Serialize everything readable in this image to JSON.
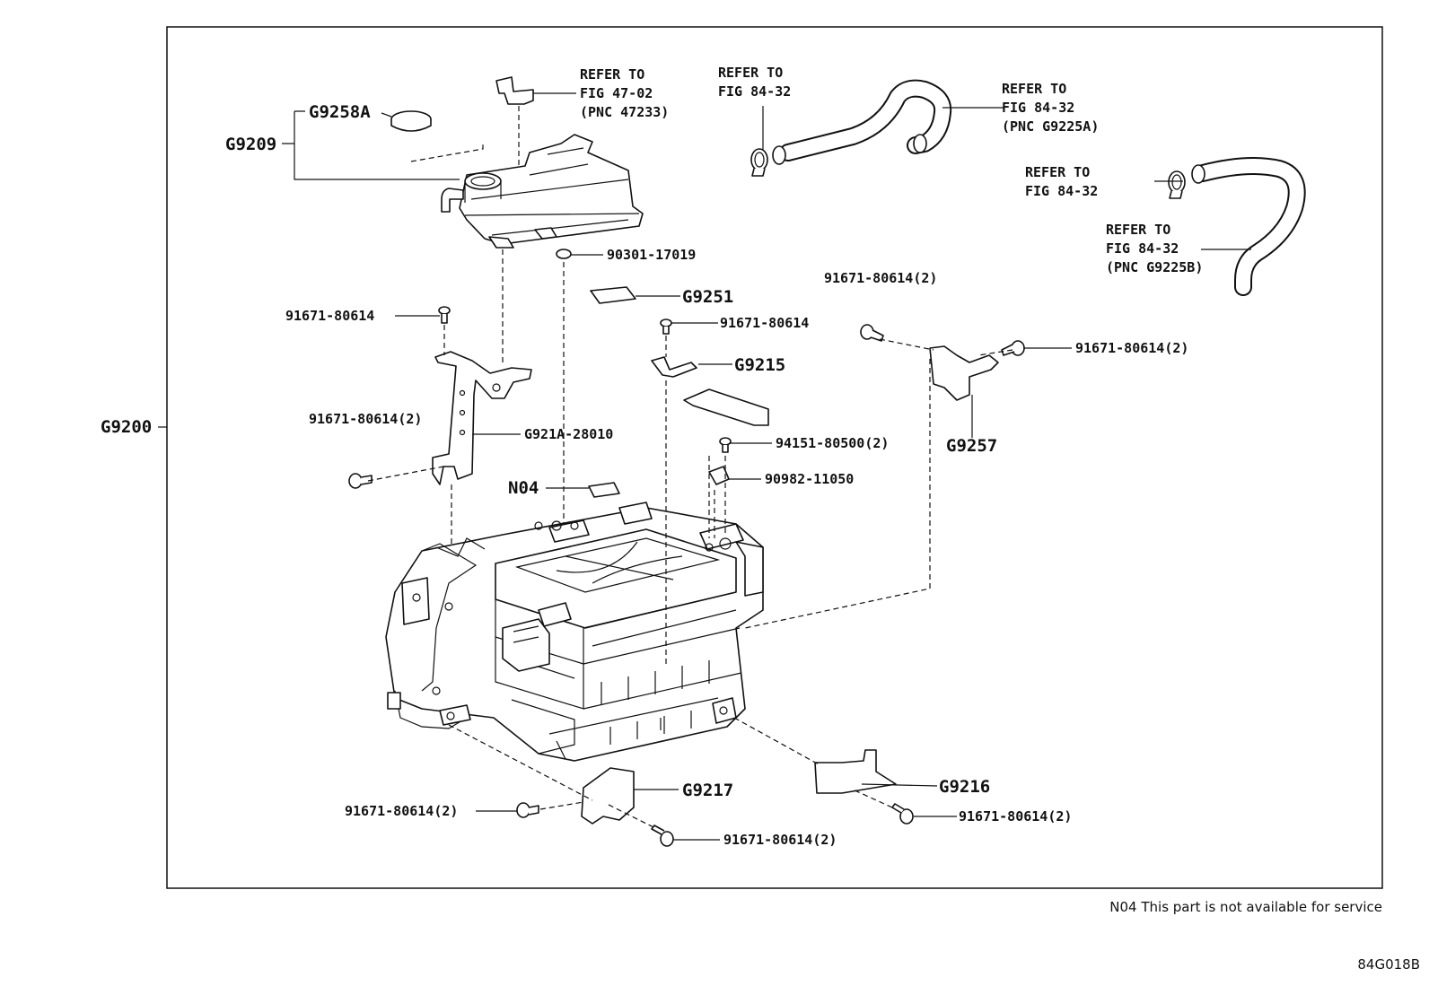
{
  "diagram": {
    "labels": {
      "g9200": "G9200",
      "g9209": "G9209",
      "g9258a": "G9258A",
      "refer_47_l1": "REFER TO",
      "refer_47_l2": "FIG 47-02",
      "refer_47_l3": "(PNC 47233)",
      "refer_clamp1_l1": "REFER TO",
      "refer_clamp1_l2": "FIG 84-32",
      "refer_hoseA_l1": "REFER TO",
      "refer_hoseA_l2": "FIG 84-32",
      "refer_hoseA_l3": "(PNC G9225A)",
      "refer_clamp2_l1": "REFER TO",
      "refer_clamp2_l2": "FIG 84-32",
      "refer_hoseB_l1": "REFER TO",
      "refer_hoseB_l2": "FIG 84-32",
      "refer_hoseB_l3": "(PNC G9225B)",
      "p90301": "90301-17019",
      "g9251": "G9251",
      "p91671_left_top": "91671-80614",
      "p91671_mid": "91671-80614",
      "p91671_right_top2": "91671-80614(2)",
      "p91671_right2": "91671-80614(2)",
      "g9215": "G9215",
      "p91671_left2": "91671-80614(2)",
      "g921a": "G921A-28010",
      "p94151": "94151-80500(2)",
      "g9257": "G9257",
      "n04": "N04",
      "p90982": "90982-11050",
      "g9217": "G9217",
      "g9216": "G9216",
      "p91671_bottom_left2": "91671-80614(2)",
      "p91671_bottom_mid2": "91671-80614(2)",
      "p91671_bottom_right2": "91671-80614(2)"
    },
    "footnote": "N04 This part is not available for service",
    "figure_code": "84G018B"
  }
}
